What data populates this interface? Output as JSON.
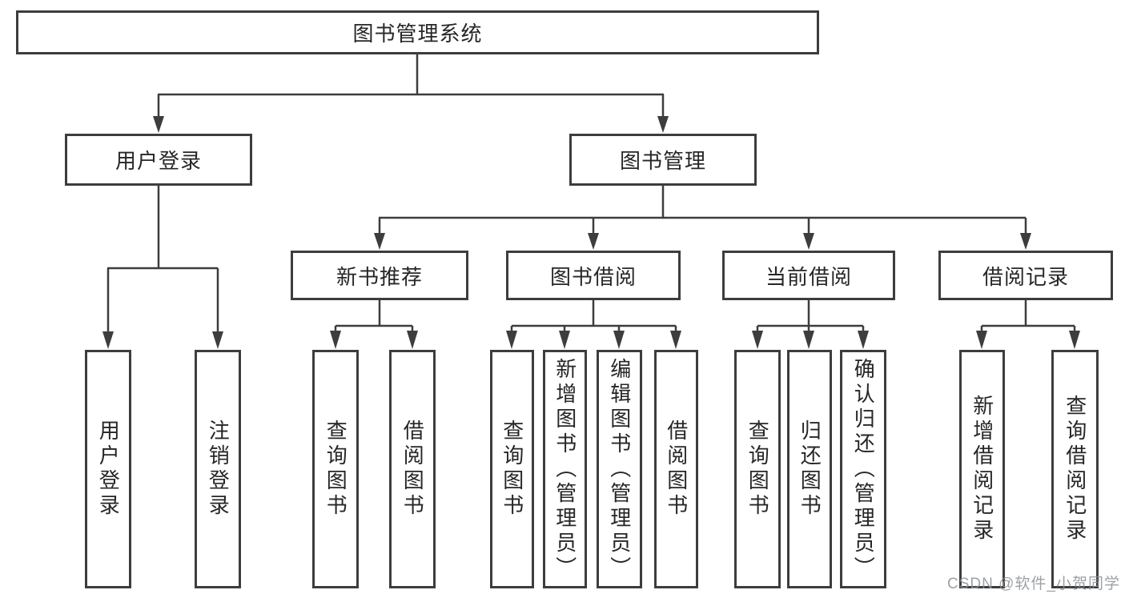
{
  "diagram_title": "图书管理系统",
  "colors": {
    "line": "#3d3d3d",
    "box_border": "#3d3d3d",
    "box_background": "#ffffff",
    "text": "#262626",
    "watermark": "#8c9196"
  },
  "nodes": {
    "root": "图书管理系统",
    "user_login": "用户登录",
    "book_mgmt": "图书管理",
    "new_book_rec": "新书推荐",
    "book_borrow": "图书借阅",
    "current_borrow": "当前借阅",
    "borrow_record": "借阅记录",
    "leaf_user_login": "用户登录",
    "leaf_logout_login": "注销登录",
    "leaf_rec_query_book": "查询图书",
    "leaf_rec_borrow_book": "借阅图书",
    "leaf_bb_query_book": "查询图书",
    "leaf_bb_add_book": "新增图书（管理员）",
    "leaf_bb_edit_book": "编辑图书（管理员）",
    "leaf_bb_borrow_book": "借阅图书",
    "leaf_cb_query_book": "查询图书",
    "leaf_cb_return_book": "归还图书",
    "leaf_cb_confirm_return": "确认归还（管理员）",
    "leaf_br_add_record": "新增借阅记录",
    "leaf_br_query_record": "查询借阅记录"
  },
  "watermark": "CSDN @软件_小贺同学"
}
